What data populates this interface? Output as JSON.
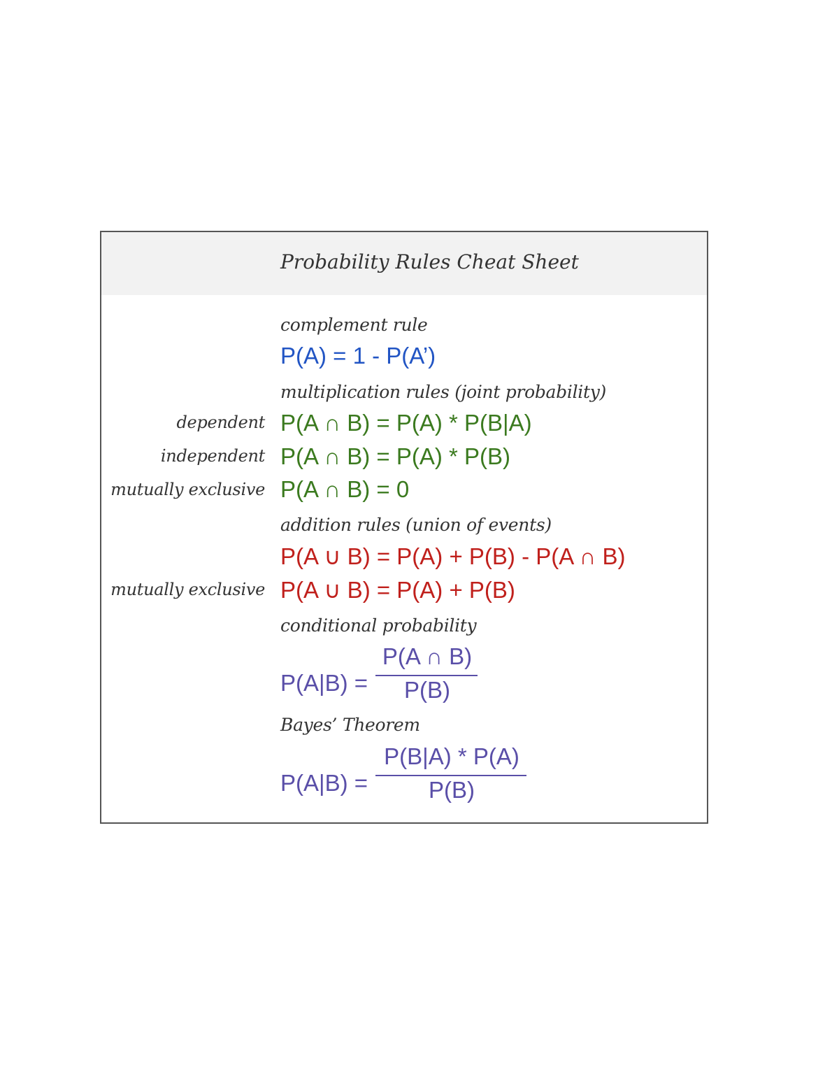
{
  "title": "Probability Rules Cheat Sheet",
  "sections": {
    "complement": {
      "caption": "complement rule",
      "formula": "P(A) = 1 - P(A’)"
    },
    "multiplication": {
      "caption": "multiplication rules (joint probability)",
      "rows": [
        {
          "label": "dependent",
          "formula": "P(A ∩ B) = P(A) * P(B|A)"
        },
        {
          "label": "independent",
          "formula": "P(A ∩ B) = P(A) * P(B)"
        },
        {
          "label": "mutually exclusive",
          "formula": "P(A ∩ B) = 0"
        }
      ]
    },
    "addition": {
      "caption": "addition rules (union of events)",
      "rows": [
        {
          "label": "",
          "formula": "P(A ∪ B) = P(A) + P(B) - P(A ∩ B)"
        },
        {
          "label": "mutually exclusive",
          "formula": "P(A ∪ B) = P(A) + P(B)"
        }
      ]
    },
    "conditional": {
      "caption": "conditional probability",
      "lhs": "P(A|B) =",
      "numerator": "P(A ∩ B)",
      "denominator": "P(B)"
    },
    "bayes": {
      "caption": "Bayes’ Theorem",
      "lhs": "P(A|B) =",
      "numerator": "P(B|A) * P(A)",
      "denominator": "P(B)"
    }
  },
  "colors": {
    "complement": "#2255c4",
    "multiplication": "#3b7a1f",
    "addition": "#c0201c",
    "conditional": "#5a4fa8"
  }
}
